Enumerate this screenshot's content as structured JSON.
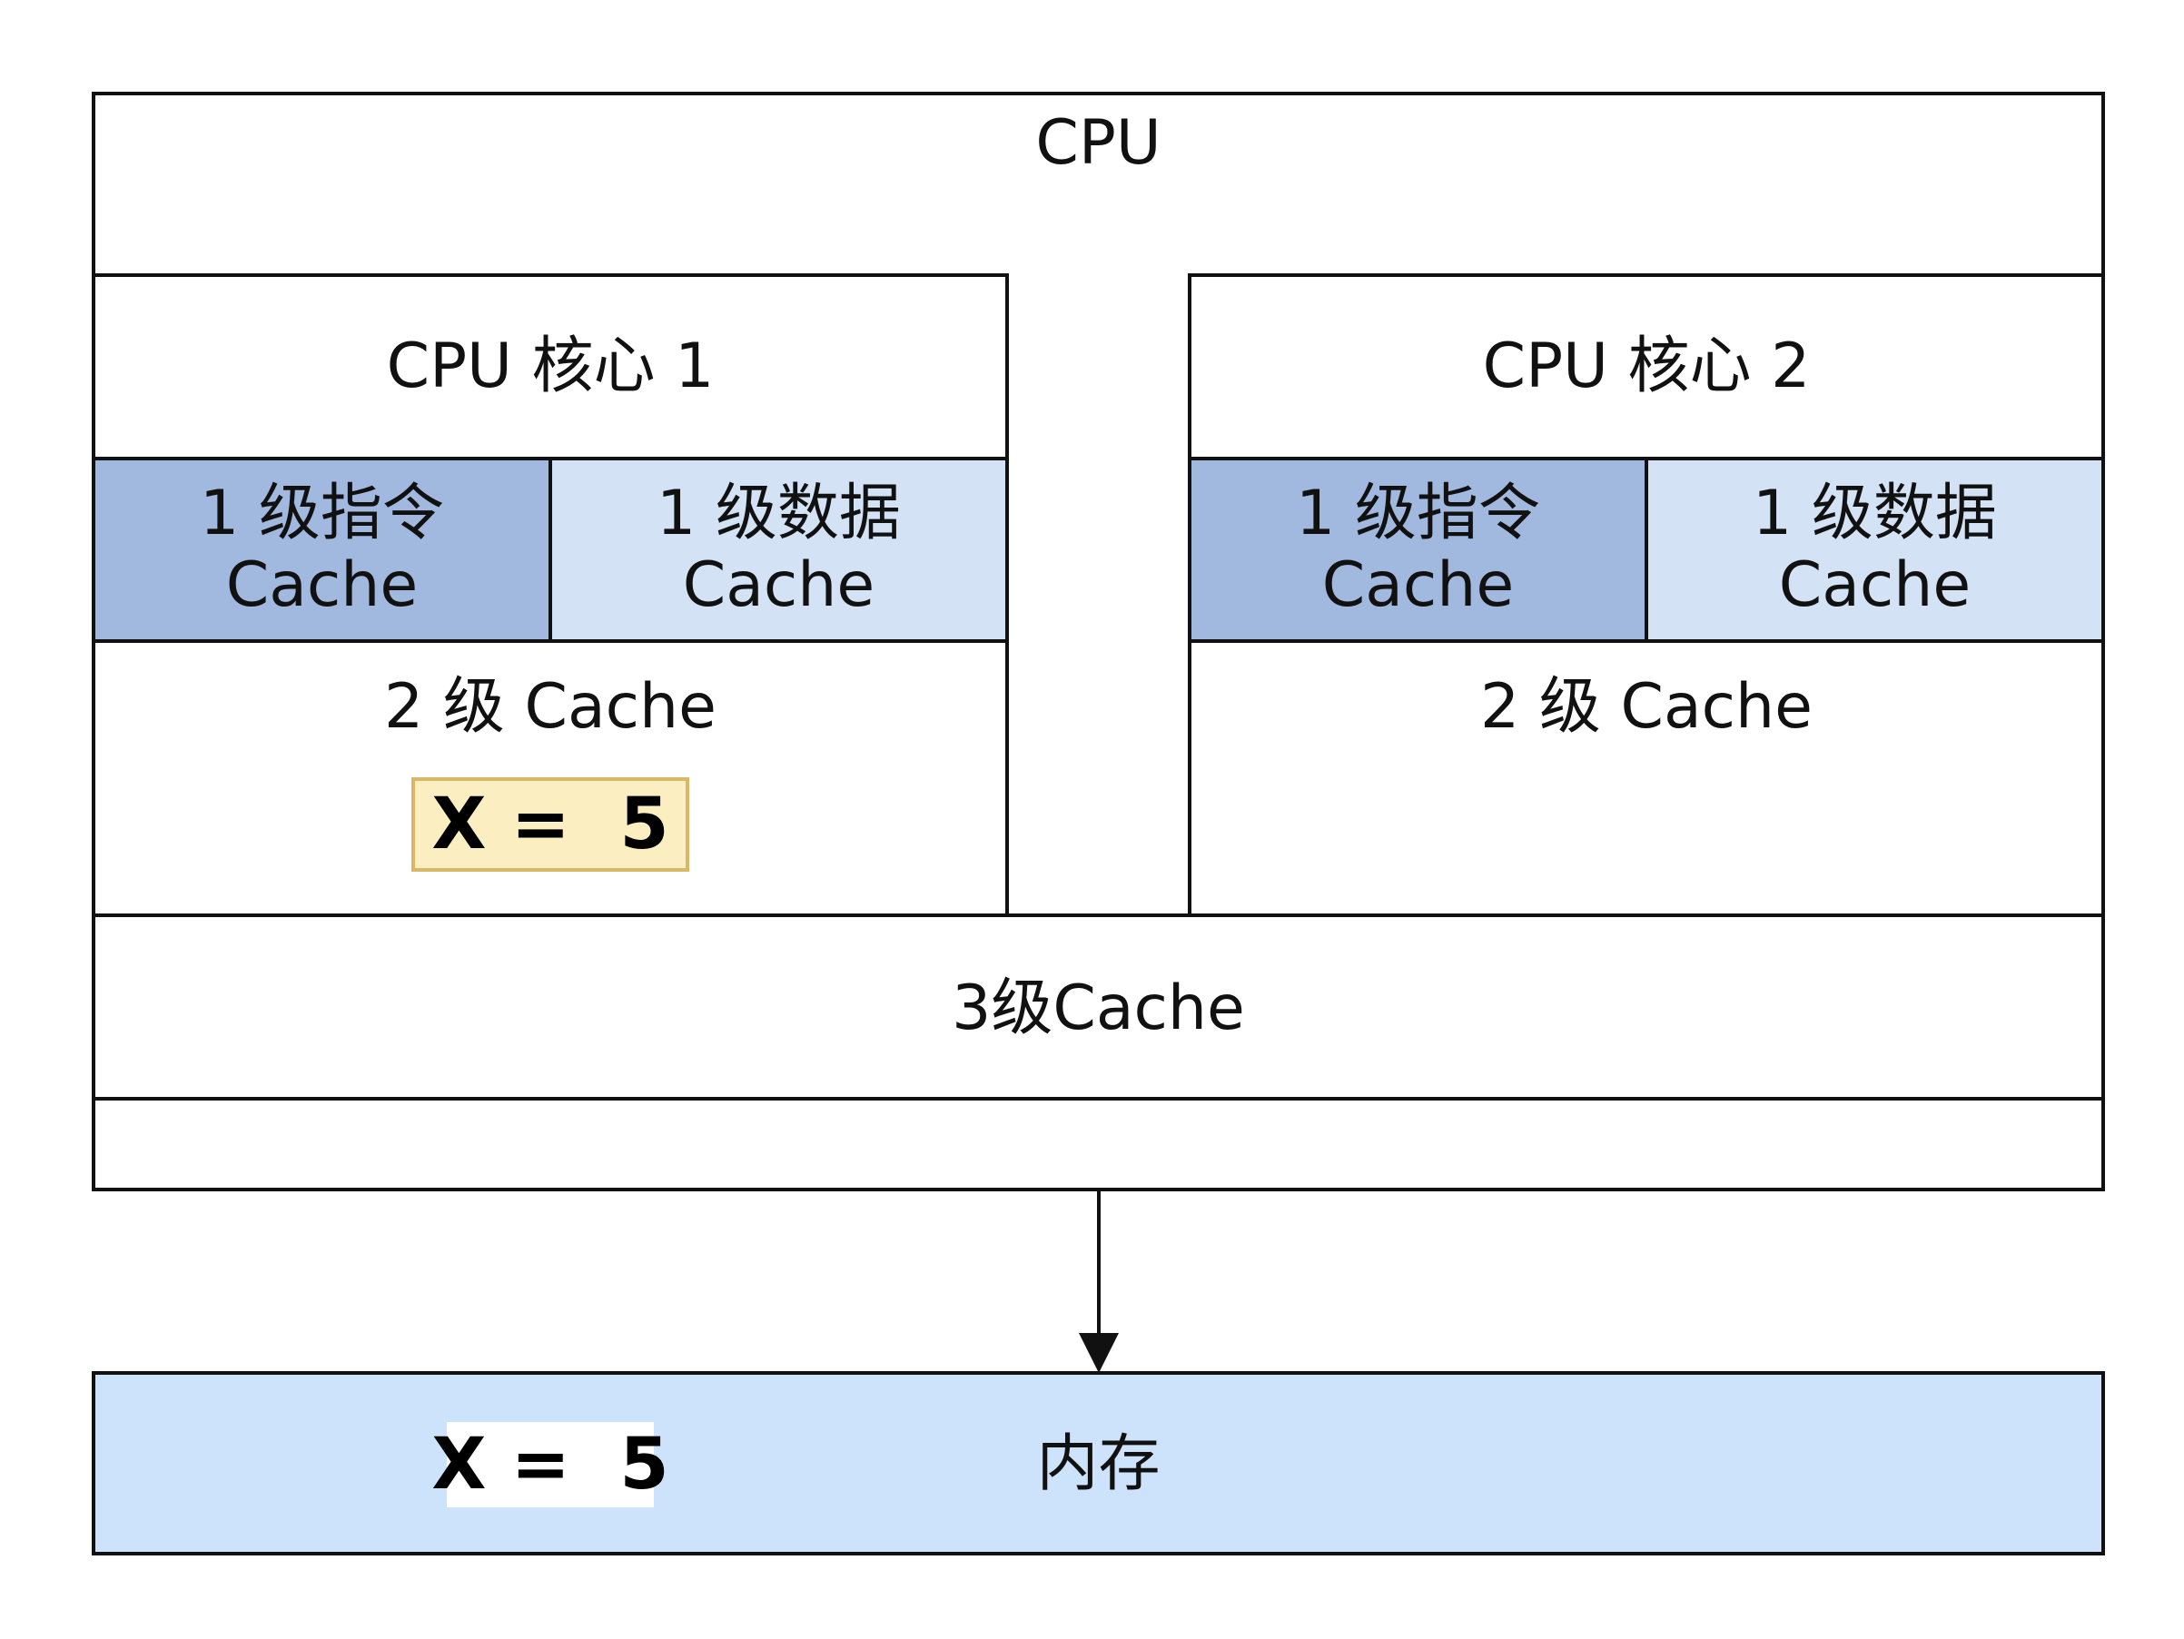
{
  "cpu": {
    "title": "CPU"
  },
  "cores": [
    {
      "title": "CPU 核心 1",
      "l1_instruction": {
        "line1": "1 级指令",
        "line2": "Cache"
      },
      "l1_data": {
        "line1": "1 级数据",
        "line2": "Cache"
      },
      "l2": {
        "label": "2 级 Cache",
        "value": "X =  5"
      }
    },
    {
      "title": "CPU 核心 2",
      "l1_instruction": {
        "line1": "1 级指令",
        "line2": "Cache"
      },
      "l1_data": {
        "line1": "1 级数据",
        "line2": "Cache"
      },
      "l2": {
        "label": "2 级 Cache"
      }
    }
  ],
  "l3": {
    "label": "3级Cache"
  },
  "memory": {
    "label": "内存",
    "value": "X =  5"
  },
  "colors": {
    "l1_instruction_fill": "#a1b8df",
    "l1_data_fill": "#d4e2f5",
    "variable_fill": "#fbefc2",
    "variable_border": "#d9b766",
    "memory_fill": "#cde3fb",
    "stroke": "#111111"
  }
}
